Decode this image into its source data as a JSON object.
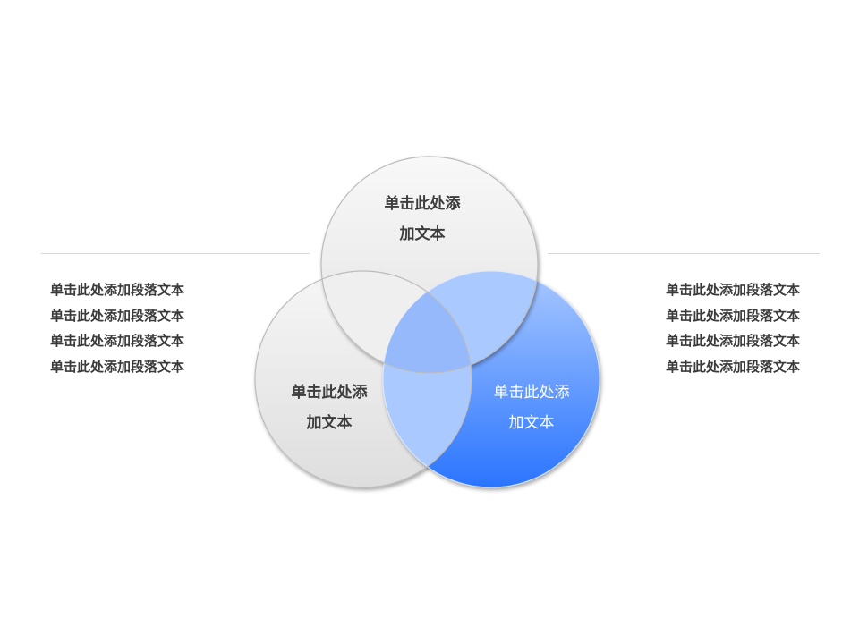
{
  "circles": {
    "top": {
      "line1": "单击此处添",
      "line2": "加文本"
    },
    "left": {
      "line1": "单击此处添",
      "line2": "加文本"
    },
    "right": {
      "line1": "单击此处添",
      "line2": "加文本"
    }
  },
  "left_paragraph": {
    "lines": [
      "单击此处添加段落文本",
      "单击此处添加段落文本",
      "单击此处添加段落文本",
      "单击此处添加段落文本"
    ]
  },
  "right_paragraph": {
    "lines": [
      "单击此处添加段落文本",
      "单击此处添加段落文本",
      "单击此处添加段落文本",
      "单击此处添加段落文本"
    ]
  },
  "colors": {
    "accent_blue": "#2f7bff",
    "light_blue": "#a9c9ff",
    "gray_circle": "#e4e4e4",
    "text_dark": "#3d3d3d"
  }
}
